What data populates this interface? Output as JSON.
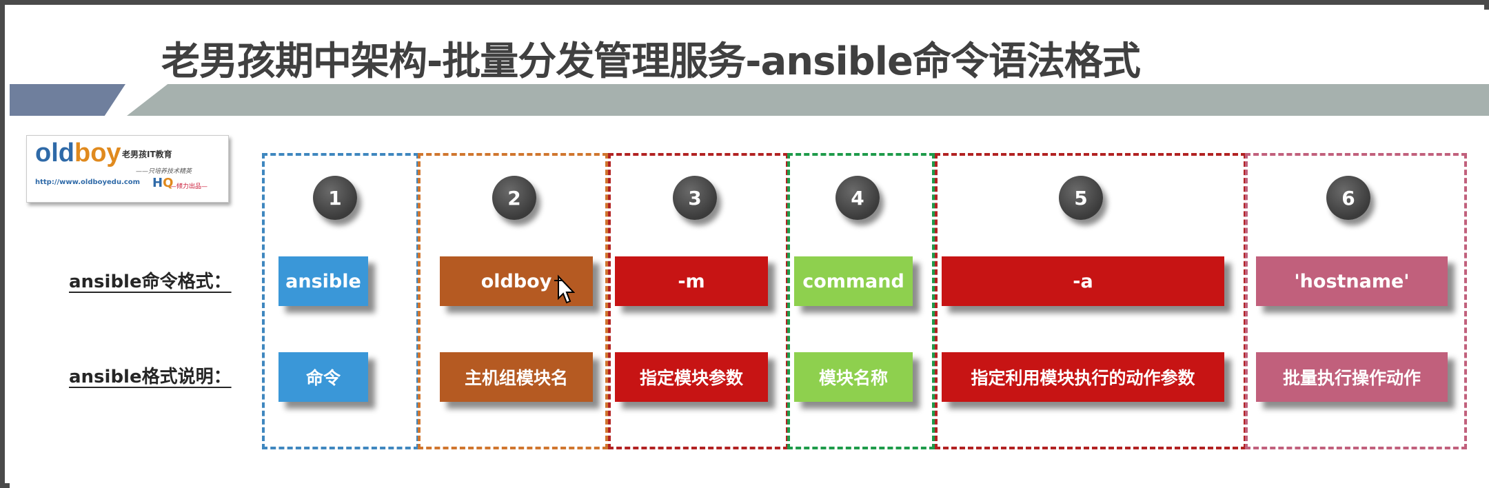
{
  "slide": {
    "title": "老男孩期中架构-批量分发管理服务-ansible命令语法格式",
    "row_labels": {
      "format": "ansible命令格式：",
      "explain": "ansible格式说明："
    }
  },
  "logo": {
    "word_old": "old",
    "word_boy": "boy",
    "cn": "老男孩IT教育",
    "sub": "——只培养技术精英",
    "url": "http://www.oldboyedu.com",
    "hq_h": "H",
    "hq_q": "Q",
    "tag": "—倾力出品—"
  },
  "columns": [
    {
      "num": "1",
      "cmd": "ansible",
      "desc": "命令",
      "color": "#3a97d8",
      "border": "#3f87bf"
    },
    {
      "num": "2",
      "cmd": "oldboy",
      "desc": "主机组模块名",
      "color": "#b55a22",
      "border": "#d0762e"
    },
    {
      "num": "3",
      "cmd": "-m",
      "desc": "指定模块参数",
      "color": "#c71414",
      "border": "#b22222"
    },
    {
      "num": "4",
      "cmd": "command",
      "desc": "模块名称",
      "color": "#8ed04e",
      "border": "#1e9b4a"
    },
    {
      "num": "5",
      "cmd": "-a",
      "desc": "指定利用模块执行的动作参数",
      "color": "#c71414",
      "border": "#b22222"
    },
    {
      "num": "6",
      "cmd": "'hostname'",
      "desc": "批量执行操作动作",
      "color": "#c1607c",
      "border": "#c1607c"
    }
  ]
}
